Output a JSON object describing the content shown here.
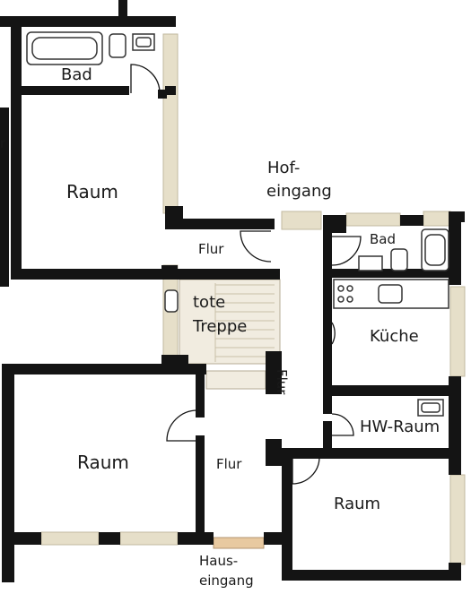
{
  "rooms": {
    "bad_top": "Bad",
    "raum_top_left": "Raum",
    "hof_line1": "Hof-",
    "hof_line2": "eingang",
    "flur_upper": "Flur",
    "bad_right": "Bad",
    "tote_line1": "tote",
    "tote_line2": "Treppe",
    "kueche": "Küche",
    "flur_vertical": "Flur",
    "hw_raum": "HW-Raum",
    "raum_bottom_left": "Raum",
    "flur_lower": "Flur",
    "raum_bottom_right": "Raum",
    "haus_line1": "Haus-",
    "haus_line2": "eingang",
    "edge_fragment": "r"
  },
  "colors": {
    "wall": "#141414",
    "window_frame": "#e6dfc9",
    "window_glass": "#c2b8a0",
    "fixture_fill": "#ffffff",
    "fixture_stroke": "#333333",
    "stair": "#f1ece0",
    "door_mat": "#e8c9a0"
  }
}
